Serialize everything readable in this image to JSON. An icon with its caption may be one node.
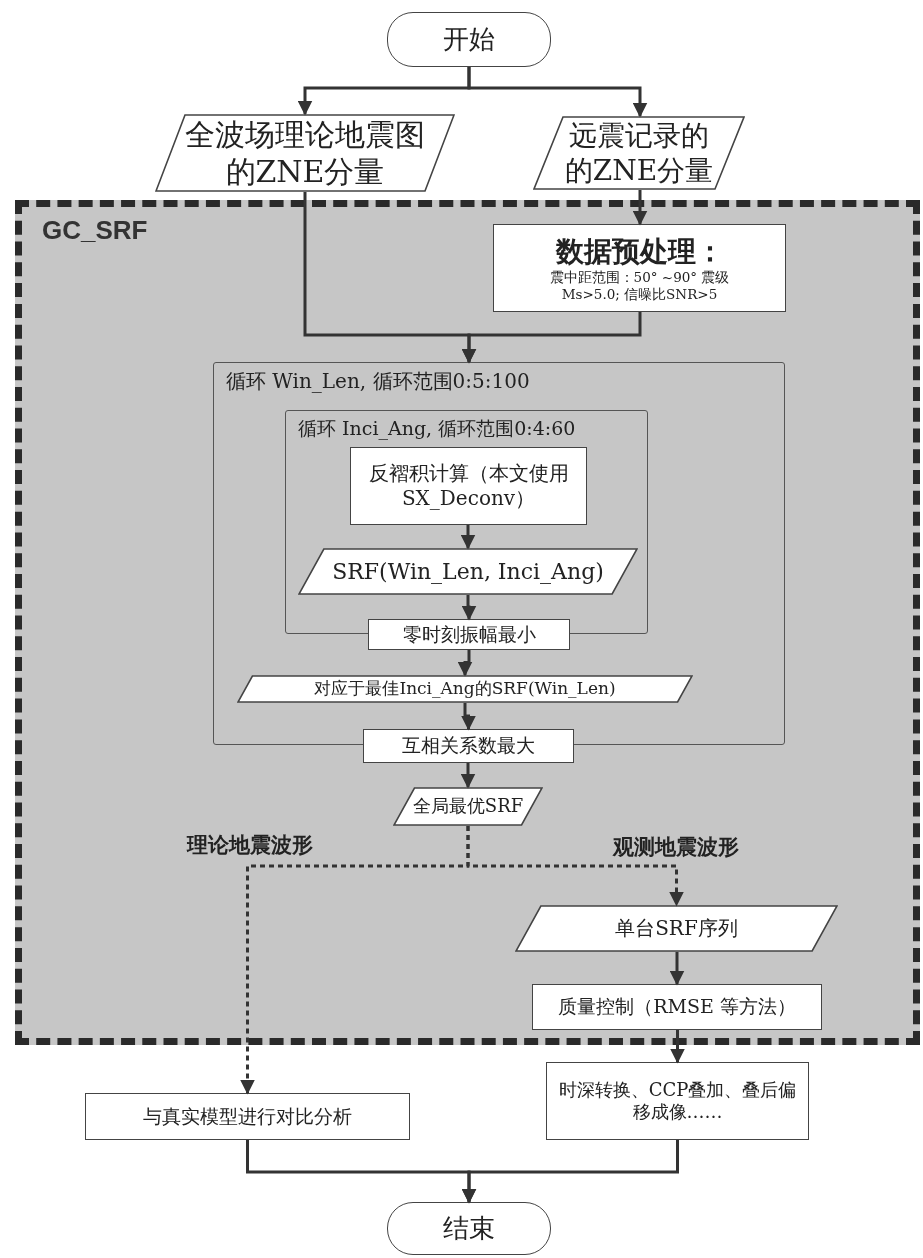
{
  "diagram": {
    "nodes": [
      {
        "text": [
          "开始"
        ]
      },
      {
        "text": [
          "全波场理论地震图的ZNE分量"
        ]
      },
      {
        "text": [
          "远震记录的的ZNE分量"
        ]
      },
      {
        "text": [
          "GC_SRF"
        ]
      },
      {
        "text": [
          "数据预处理：",
          "震中距范围：50° ~90° 震级Ms>5.0; 信噪比SNR>5"
        ],
        "in": 3
      },
      {
        "text": [
          "循环 Win_Len, 循环范围0:5:100"
        ],
        "in": 3
      },
      {
        "text": [
          "循环 Inci_Ang, 循环范围0:4:60"
        ],
        "in": 5
      },
      {
        "text": [
          "反褶积计算（本文使用SX_Deconv）"
        ],
        "in": 6
      },
      {
        "text": [
          "SRF(Win_Len, Inci_Ang)"
        ],
        "in": 6
      },
      {
        "text": [
          "零时刻振幅最小"
        ],
        "in": 5
      },
      {
        "text": [
          "对应于最佳Inci_Ang的SRF(Win_Len)"
        ],
        "in": 5
      },
      {
        "text": [
          "互相关系数最大"
        ],
        "in": 3
      },
      {
        "text": [
          "全局最优SRF"
        ],
        "in": 3
      },
      {
        "text": [
          "单台SRF序列"
        ],
        "in": 3
      },
      {
        "text": [
          "质量控制（RMSE 等方法）"
        ],
        "in": 3
      },
      {
        "text": [
          "与真实模型进行对比分析"
        ]
      },
      {
        "text": [
          "时深转换、CCP叠加、叠后偏移成像……"
        ]
      },
      {
        "text": [
          "结束"
        ]
      }
    ],
    "edges": [
      {
        "from": 0,
        "to": 1,
        "arrow": "to"
      },
      {
        "from": 0,
        "to": 2,
        "arrow": "to"
      },
      {
        "from": 1,
        "to": 5,
        "arrow": "to"
      },
      {
        "from": 2,
        "to": 4,
        "arrow": "to"
      },
      {
        "from": 4,
        "to": 5,
        "arrow": "to"
      },
      {
        "from": 7,
        "to": 8,
        "arrow": "to"
      },
      {
        "from": 8,
        "to": 9,
        "arrow": "to"
      },
      {
        "from": 9,
        "to": 10,
        "arrow": "to"
      },
      {
        "from": 10,
        "to": 11,
        "arrow": "to"
      },
      {
        "from": 11,
        "to": 12,
        "arrow": "to"
      },
      {
        "from": 12,
        "to": 15,
        "arrow": "to",
        "style": "dashed",
        "label": "理论地震波形"
      },
      {
        "from": 12,
        "to": 13,
        "arrow": "to",
        "style": "dashed",
        "label": "观测地震波形"
      },
      {
        "from": 13,
        "to": 14,
        "arrow": "to"
      },
      {
        "from": 14,
        "to": 16,
        "arrow": "to"
      },
      {
        "from": 15,
        "to": 17,
        "arrow": "to"
      },
      {
        "from": 16,
        "to": 17,
        "arrow": "to"
      }
    ]
  }
}
